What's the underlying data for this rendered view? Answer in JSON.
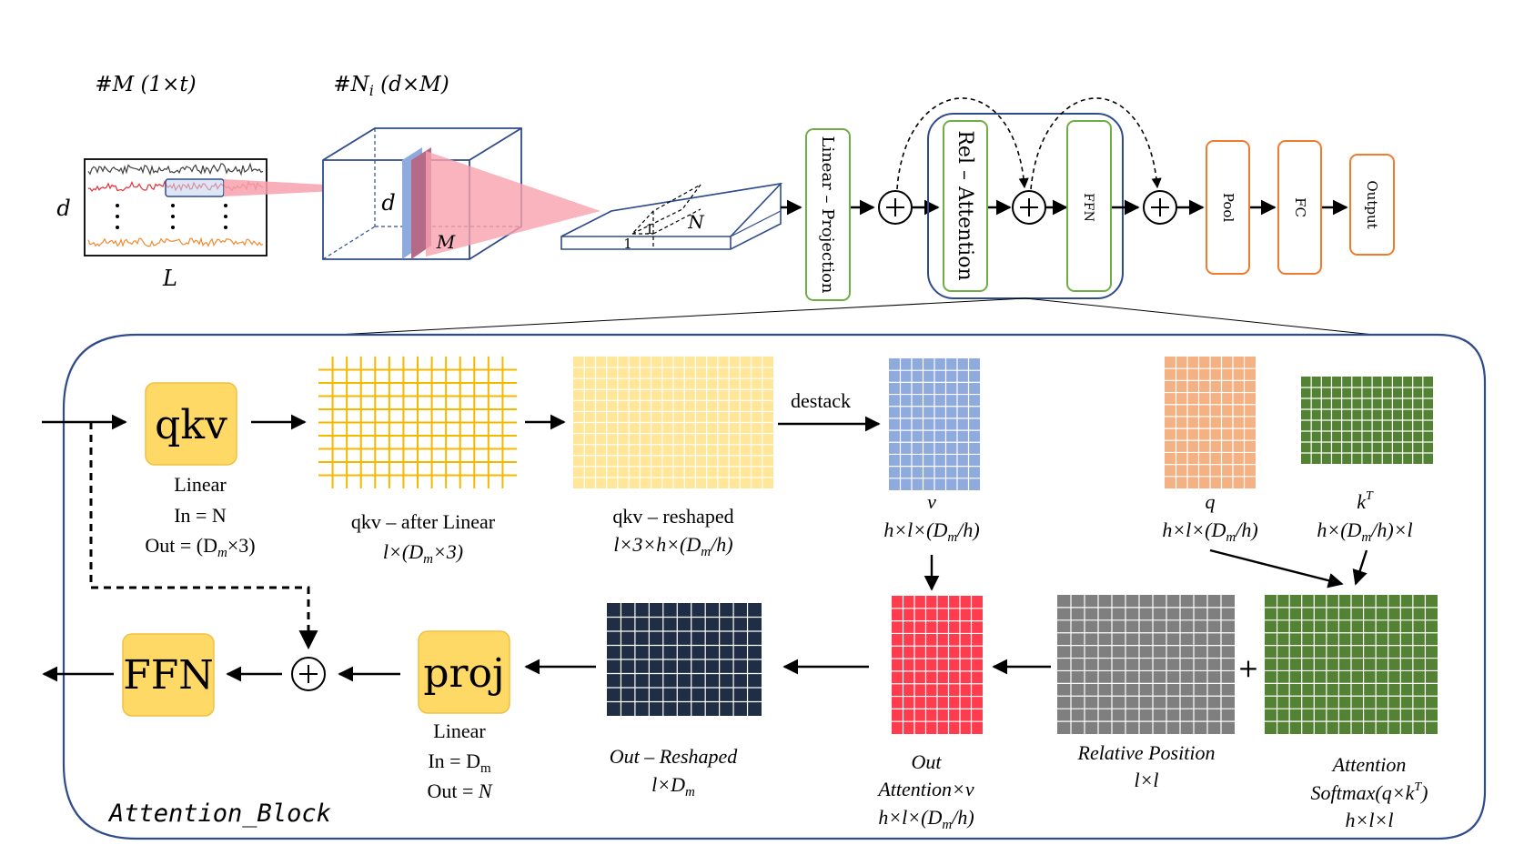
{
  "top": {
    "series_label": "#M (1×t)",
    "series_dim_d": "d",
    "series_dim_L": "L",
    "conv_label": "#N",
    "conv_label_sub": "i",
    "conv_label_tail": " (d×M)",
    "conv_dim_d": "d",
    "conv_dim_M": "M",
    "emb_dim_N": "N",
    "emb_dim_1a": "1",
    "emb_dim_1b": "1",
    "linear_projection": "Linear – Projection",
    "rel_attention": "Rel – Attention",
    "ffn": "FFN",
    "pool": "Pool",
    "fc": "FC",
    "output": "Output"
  },
  "block": {
    "name": "Attention_Block",
    "qkv": "qkv",
    "qkv_desc": [
      "Linear",
      "In  =  N",
      "Out = (D",
      "m",
      "×3)"
    ],
    "qkv_after_linear": "qkv – after Linear",
    "qkv_after_linear_dim": "l×(D",
    "qkv_after_linear_dim_tail": "×3)",
    "qkv_reshaped": "qkv – reshaped",
    "qkv_reshaped_dim": "l×3×h×(D",
    "qkv_reshaped_dim_tail": "/h)",
    "destack": "destack",
    "v": "v",
    "v_dim": "h×l×(D",
    "v_dim_tail": "/h)",
    "q": "q",
    "q_dim": "h×l×(D",
    "q_dim_tail": "/h)",
    "k": "k",
    "k_sup": "T",
    "k_dim": "h×(D",
    "k_dim_tail": "/h)×l",
    "sub_m": "m",
    "proj": "proj",
    "proj_desc": [
      "Linear",
      "In  = D",
      "m",
      "Out = ",
      "N"
    ],
    "ffn": "FFN",
    "out_reshaped": "Out – Reshaped",
    "out_reshaped_dim": "l×D",
    "out_attention": [
      "Out",
      "Attention×v",
      "h×l×(D",
      "/h)"
    ],
    "relative_position": "Relative Position",
    "relative_position_dim": "l×l",
    "plus": "+",
    "attention": [
      "Attention",
      "Softmax(q×k",
      "T",
      ")",
      "h×l×l"
    ]
  },
  "colors": {
    "blue_border": "#2f4b8c",
    "green_border": "#70ad47",
    "orange_border": "#f07b2f",
    "yellow_box": "#ffd966",
    "grid_yellow": "#f5b800",
    "grid_lightyellow": "#ffe699",
    "grid_blue": "#8faadc",
    "grid_orange": "#f4b183",
    "grid_green": "#548235",
    "grid_navy": "#1f2d45",
    "grid_red": "#ff3b4e",
    "grid_gray": "#7f7f7f",
    "pink_beam": "#f7a1ad"
  }
}
